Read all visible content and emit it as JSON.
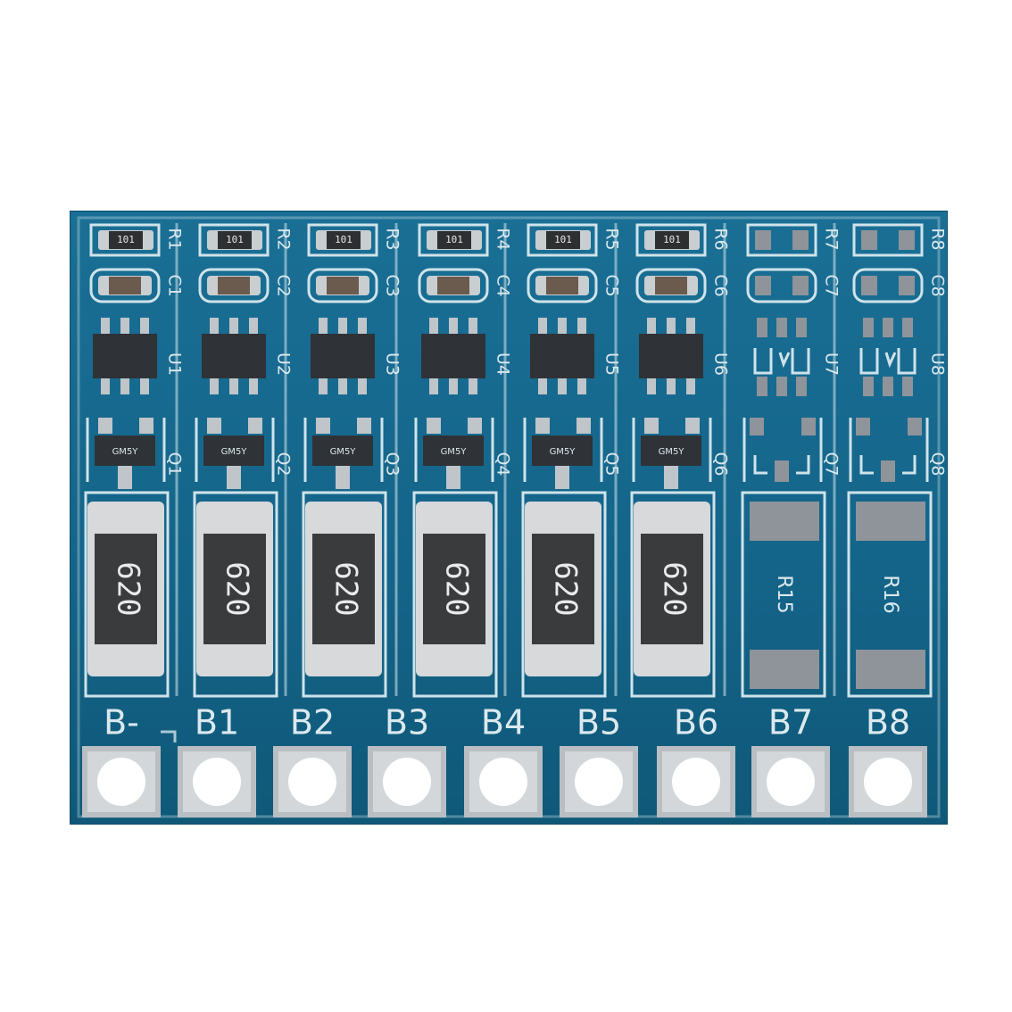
{
  "board": {
    "colors": {
      "board": "#146489",
      "silkscreen": "#cfe3ea",
      "pad": "#c9ced1",
      "chip": "#2f3236"
    },
    "resistor_labels": [
      "R1",
      "R2",
      "R3",
      "R4",
      "R5",
      "R6",
      "R7",
      "R8"
    ],
    "small_resistor_code": "101",
    "capacitor_labels": [
      "C1",
      "C2",
      "C3",
      "C4",
      "C5",
      "C6",
      "C7",
      "C8"
    ],
    "ic_labels": [
      "U1",
      "U2",
      "U3",
      "U4",
      "U5",
      "U6",
      "U7",
      "U8"
    ],
    "transistor_labels": [
      "Q1",
      "Q2",
      "Q3",
      "Q4",
      "Q5",
      "Q6",
      "Q7",
      "Q8"
    ],
    "transistor_marking": "GM5Y",
    "power_resistor_codes": [
      "620",
      "620",
      "620",
      "620",
      "620",
      "620"
    ],
    "empty_resistor_labels": [
      "R15",
      "R16"
    ],
    "terminal_labels": [
      "B-",
      "B1",
      "B2",
      "B3",
      "B4",
      "B5",
      "B6",
      "B7",
      "B8"
    ]
  }
}
